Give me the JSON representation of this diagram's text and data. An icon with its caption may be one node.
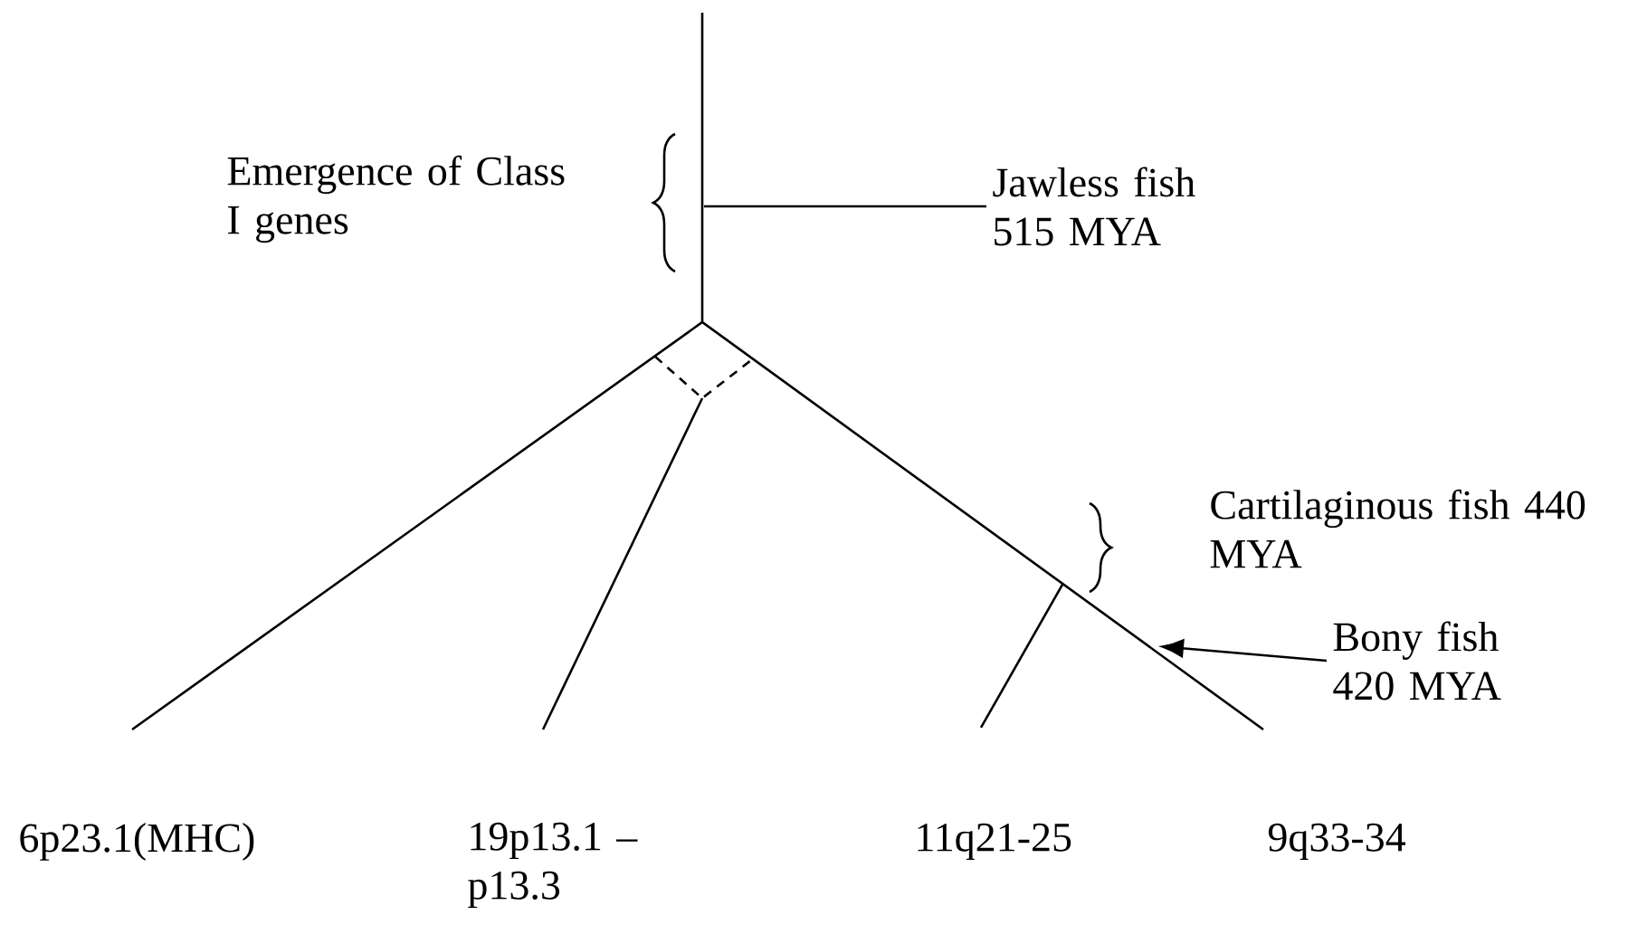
{
  "diagram": {
    "nodes": [
      {
        "text": [
          "Jawless fish 515 MYA"
        ]
      },
      {
        "text": [
          "Bony fish 420 MYA"
        ]
      }
    ],
    "edges": [
      {
        "from": 0,
        "to": null,
        "arrow": "none"
      },
      {
        "from": 1,
        "to": null,
        "arrow": "to"
      }
    ],
    "labels": [
      "Emergence of Class I genes",
      "Cartilaginous fish 440 MYA",
      "6p23.1(MHC)",
      "19p13.1 – p13.3",
      "11q21-25",
      "9q33-34"
    ]
  }
}
